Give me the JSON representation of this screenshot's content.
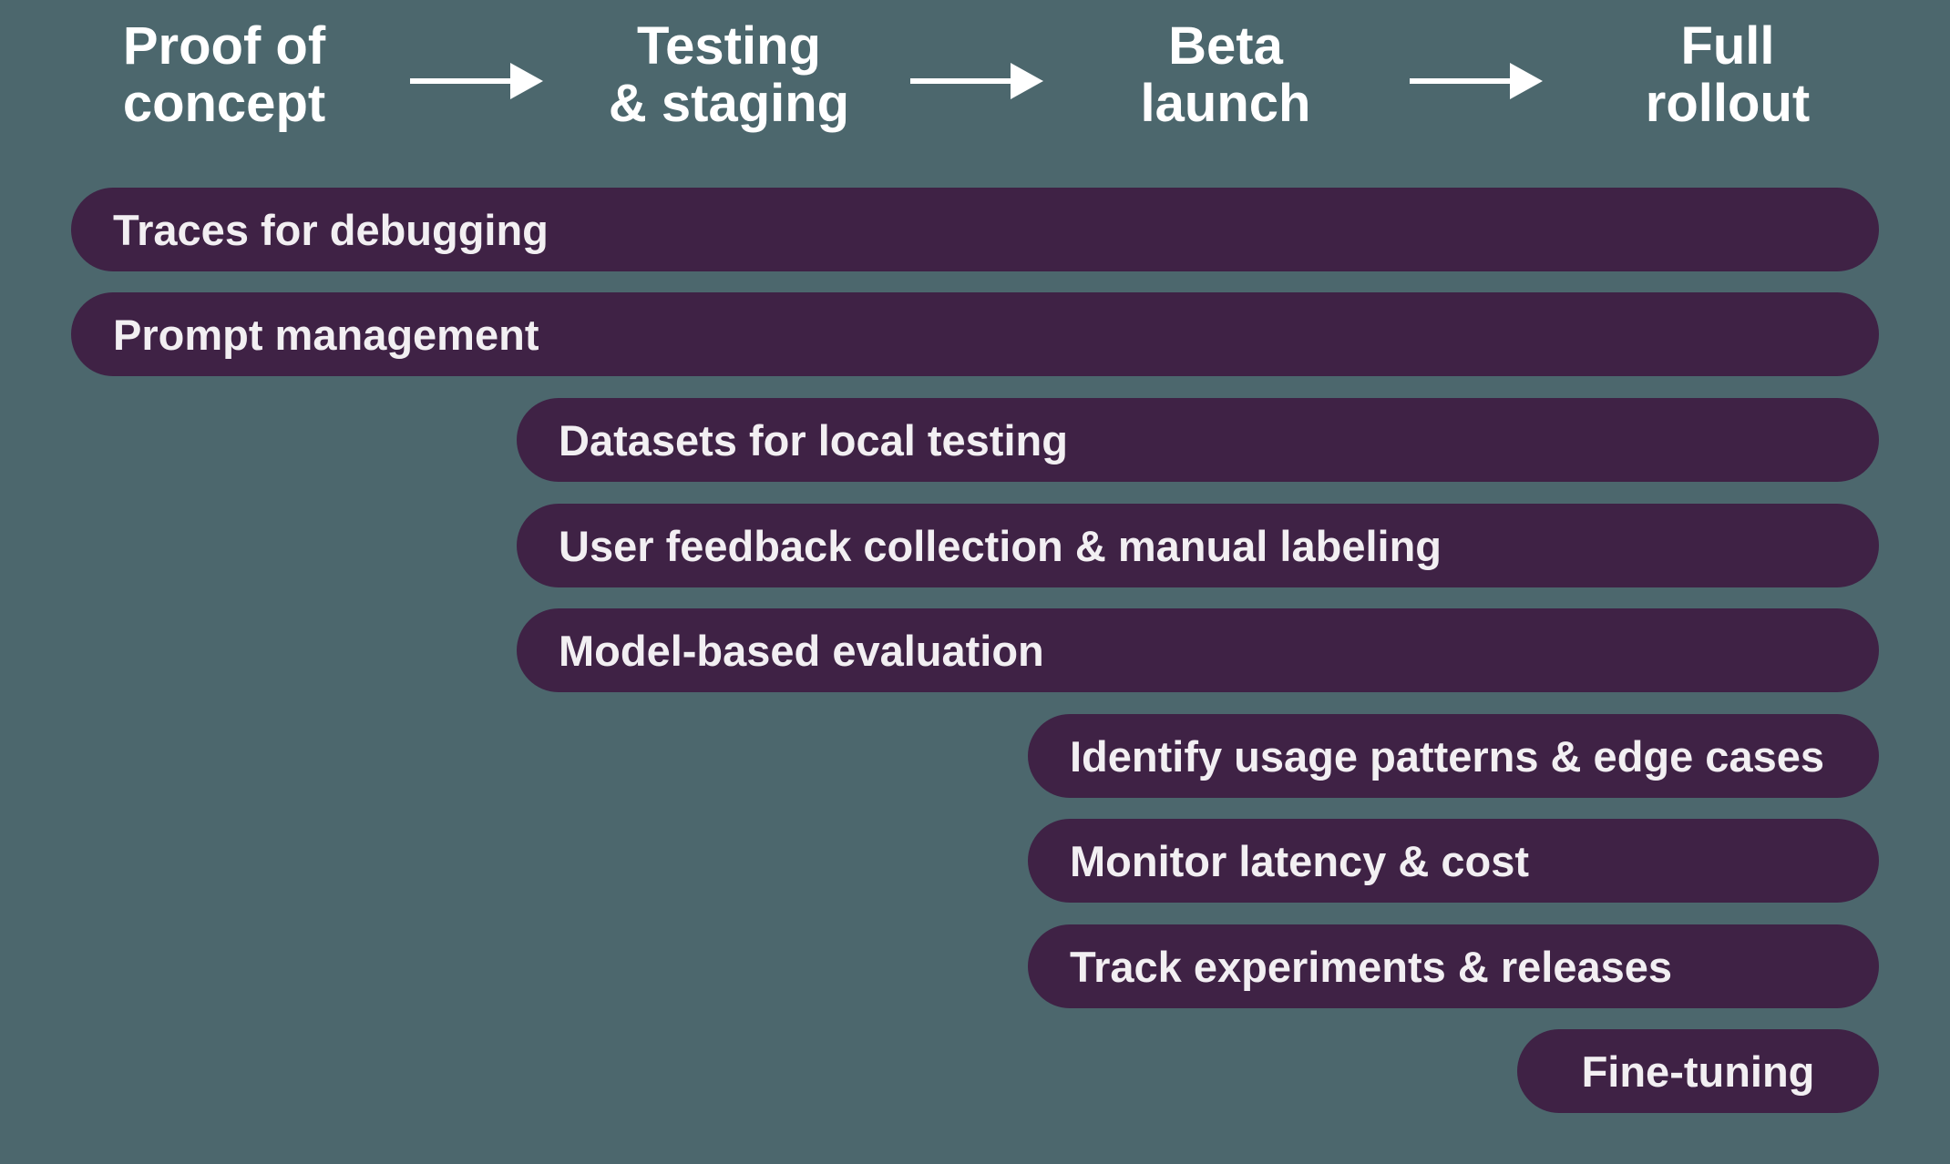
{
  "colors": {
    "background": "#4C676D",
    "bar_fill": "#3F2245",
    "bar_text": "#F2EFF2",
    "header_text": "#FFFFFF",
    "arrow": "#FFFFFF"
  },
  "icons": {
    "stage_connector": "arrow-right-icon"
  },
  "stages": [
    {
      "label": "Proof of concept",
      "line1": "Proof of",
      "line2": "concept"
    },
    {
      "label": "Testing & staging",
      "line1": "Testing",
      "line2": "& staging"
    },
    {
      "label": "Beta launch",
      "line1": "Beta",
      "line2": "launch"
    },
    {
      "label": "Full rollout",
      "line1": "Full",
      "line2": "rollout"
    }
  ],
  "bars": [
    {
      "label": "Traces for debugging",
      "starts_at_stage": "Proof of concept",
      "ends_at_stage": "Full rollout"
    },
    {
      "label": "Prompt management",
      "starts_at_stage": "Proof of concept",
      "ends_at_stage": "Full rollout"
    },
    {
      "label": "Datasets for local testing",
      "starts_at_stage": "Testing & staging",
      "ends_at_stage": "Full rollout"
    },
    {
      "label": "User feedback collection & manual labeling",
      "starts_at_stage": "Testing & staging",
      "ends_at_stage": "Full rollout"
    },
    {
      "label": "Model-based evaluation",
      "starts_at_stage": "Testing & staging",
      "ends_at_stage": "Full rollout"
    },
    {
      "label": "Identify usage patterns & edge cases",
      "starts_at_stage": "Beta launch",
      "ends_at_stage": "Full rollout"
    },
    {
      "label": "Monitor latency & cost",
      "starts_at_stage": "Beta launch",
      "ends_at_stage": "Full rollout"
    },
    {
      "label": "Track experiments & releases",
      "starts_at_stage": "Beta launch",
      "ends_at_stage": "Full rollout"
    },
    {
      "label": "Fine-tuning",
      "starts_at_stage": "Full rollout",
      "ends_at_stage": "Full rollout"
    }
  ]
}
